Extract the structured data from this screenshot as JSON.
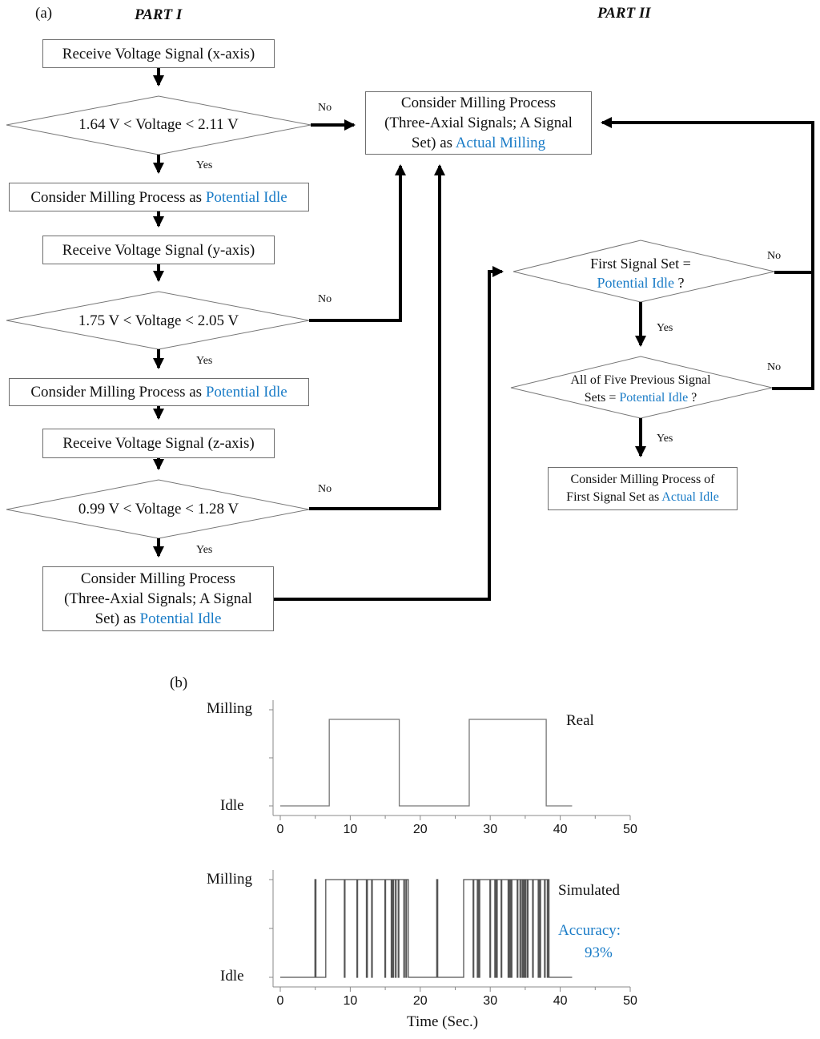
{
  "panel_a": {
    "label": "(a)",
    "part1_title": "PART I",
    "part2_title": "PART II",
    "accent_color": "#1a7cc7",
    "nodes": {
      "recv_x": "Receive Voltage Signal (x-axis)",
      "cond_x": "1.64 V < Voltage < 2.11 V",
      "pot_idle_x_pre": "Consider Milling Process as ",
      "pot_idle_x_hl": "Potential Idle",
      "recv_y": "Receive Voltage Signal (y-axis)",
      "cond_y": "1.75 V < Voltage < 2.05 V",
      "pot_idle_y_pre": "Consider Milling Process as ",
      "pot_idle_y_hl": "Potential Idle",
      "recv_z": "Receive Voltage Signal (z-axis)",
      "cond_z": "0.99 V < Voltage < 1.28 V",
      "pot_idle_set_l1": "Consider Milling Process",
      "pot_idle_set_l2": "(Three-Axial Signals; A Signal",
      "pot_idle_set_l3_pre": "Set) as ",
      "pot_idle_set_l3_hl": "Potential Idle",
      "actual_milling_l1": "Consider Milling Process",
      "actual_milling_l2": "(Three-Axial Signals; A Signal",
      "actual_milling_l3_pre": "Set) as ",
      "actual_milling_l3_hl": "Actual Milling",
      "first_set_l1": "First Signal Set =",
      "first_set_l2_hl": "Potential Idle",
      "first_set_l2_post": " ?",
      "five_prev_l1": "All of Five Previous Signal",
      "five_prev_l2_pre": "Sets = ",
      "five_prev_l2_hl": "Potential Idle",
      "five_prev_l2_post": " ?",
      "actual_idle_l1": "Consider Milling Process of",
      "actual_idle_l2_pre": "First Signal Set as ",
      "actual_idle_l2_hl": "Actual Idle"
    },
    "edge_labels": {
      "yes": "Yes",
      "no": "No"
    }
  },
  "panel_b": {
    "label": "(b)",
    "accuracy_label": "Accuracy:",
    "accuracy_value": "93%"
  },
  "chart_data": [
    {
      "type": "line",
      "step": true,
      "title": "Real",
      "xlabel": "",
      "ylabel": "",
      "xlim": [
        0,
        50
      ],
      "xticks": [
        0,
        10,
        20,
        30,
        40,
        50
      ],
      "ytick_labels": [
        "Idle",
        "Milling"
      ],
      "series": [
        {
          "name": "Real",
          "color": "#777777",
          "x": [
            0,
            7,
            7,
            17,
            17,
            27,
            27,
            38,
            38,
            41.7
          ],
          "y": [
            "Idle",
            "Idle",
            "Milling",
            "Milling",
            "Idle",
            "Idle",
            "Milling",
            "Milling",
            "Idle",
            "Idle"
          ]
        }
      ],
      "idle_intervals_end": 41.7,
      "milling_intervals": [
        [
          7,
          17
        ],
        [
          27,
          38
        ]
      ]
    },
    {
      "type": "line",
      "step": true,
      "title": "Simulated",
      "xlabel": "Time (Sec.)",
      "ylabel": "",
      "xlim": [
        0,
        50
      ],
      "xticks": [
        0,
        10,
        20,
        30,
        40,
        50
      ],
      "ytick_labels": [
        "Idle",
        "Milling"
      ],
      "annotation": "Accuracy: 93%",
      "end_time": 41.7,
      "milling_intervals": [
        [
          4.95,
          5.1
        ],
        [
          6.5,
          9.15
        ],
        [
          9.25,
          10.95
        ],
        [
          11.05,
          12.3
        ],
        [
          12.45,
          13.05
        ],
        [
          13.15,
          14.95
        ],
        [
          15.05,
          15.85
        ],
        [
          15.95,
          16.1
        ],
        [
          16.2,
          16.45
        ],
        [
          16.55,
          16.85
        ],
        [
          16.95,
          17.65
        ],
        [
          17.75,
          17.95
        ],
        [
          18.05,
          18.3
        ],
        [
          22.35,
          22.5
        ],
        [
          26.2,
          27.55
        ],
        [
          27.65,
          28.15
        ],
        [
          28.25,
          28.4
        ],
        [
          28.5,
          29.95
        ],
        [
          30.05,
          30.65
        ],
        [
          30.75,
          30.9
        ],
        [
          31.0,
          31.55
        ],
        [
          31.65,
          32.55
        ],
        [
          32.65,
          32.8
        ],
        [
          32.9,
          33.0
        ],
        [
          33.1,
          33.85
        ],
        [
          33.95,
          34.25
        ],
        [
          34.35,
          34.55
        ],
        [
          34.65,
          34.8
        ],
        [
          34.9,
          35.0
        ],
        [
          35.1,
          35.3
        ],
        [
          35.4,
          36.05
        ],
        [
          36.15,
          36.85
        ],
        [
          36.95,
          37.1
        ],
        [
          37.2,
          37.75
        ],
        [
          37.85,
          38.15
        ],
        [
          38.25,
          38.4
        ]
      ]
    }
  ]
}
